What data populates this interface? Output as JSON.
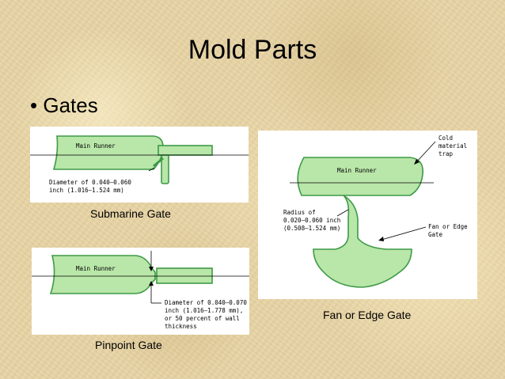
{
  "slide": {
    "title": "Mold Parts",
    "bullet_symbol": "•",
    "bullet_text": "Gates"
  },
  "colors": {
    "gate_fill": "#b9e6a9",
    "gate_stroke": "#3e9a47",
    "background": "#e6d3a4"
  },
  "diagrams": {
    "submarine": {
      "runner_label": "Main Runner",
      "note_line1": "Diameter of 0.040–0.060",
      "note_line2": "inch (1.016–1.524 mm)",
      "caption": "Submarine Gate"
    },
    "pinpoint": {
      "runner_label": "Main Runner",
      "note_line1": "Diameter of 0.040–0.070",
      "note_line2": "inch (1.016–1.778 mm),",
      "note_line3": "or 50 percent of wall",
      "note_line4": "thickness",
      "caption": "Pinpoint Gate"
    },
    "fan": {
      "runner_label": "Main Runner",
      "trap_line1": "Cold",
      "trap_line2": "material",
      "trap_line3": "trap",
      "radius_line1": "Radius of",
      "radius_line2": "0.020–0.060 inch",
      "radius_line3": "(0.508–1.524 mm)",
      "gate_line1": "Fan or Edge",
      "gate_line2": "Gate",
      "caption": "Fan or Edge Gate"
    }
  }
}
